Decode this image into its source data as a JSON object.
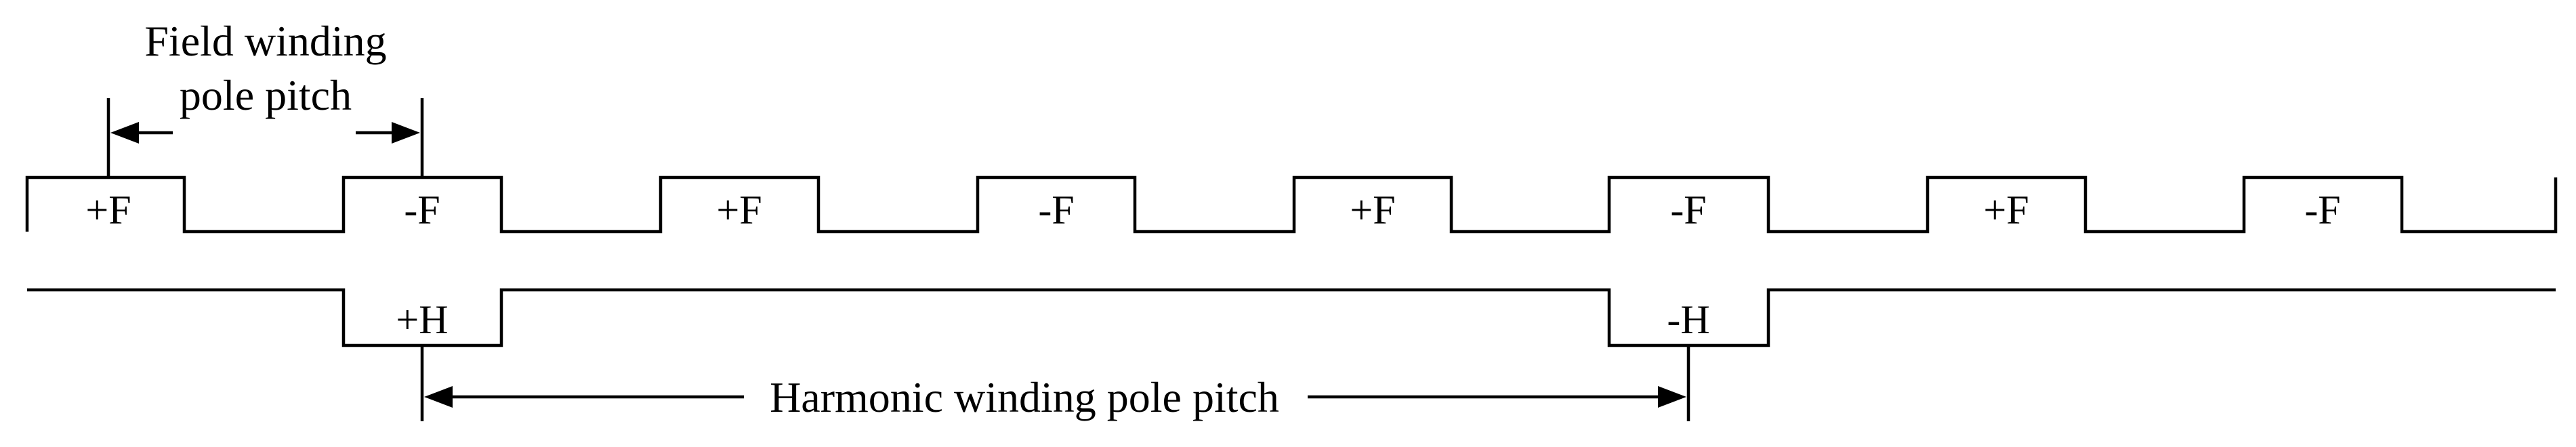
{
  "field_winding": {
    "poles": [
      "+F",
      "-F",
      "+F",
      "-F",
      "+F",
      "-F",
      "+F",
      "-F"
    ],
    "pitch_label_line1": "Field winding",
    "pitch_label_line2": "pole pitch"
  },
  "harmonic_winding": {
    "poles": [
      "+H",
      "-H"
    ],
    "pitch_label": "Harmonic winding pole pitch"
  },
  "colors": {
    "line": "#000000",
    "background": "#ffffff"
  }
}
